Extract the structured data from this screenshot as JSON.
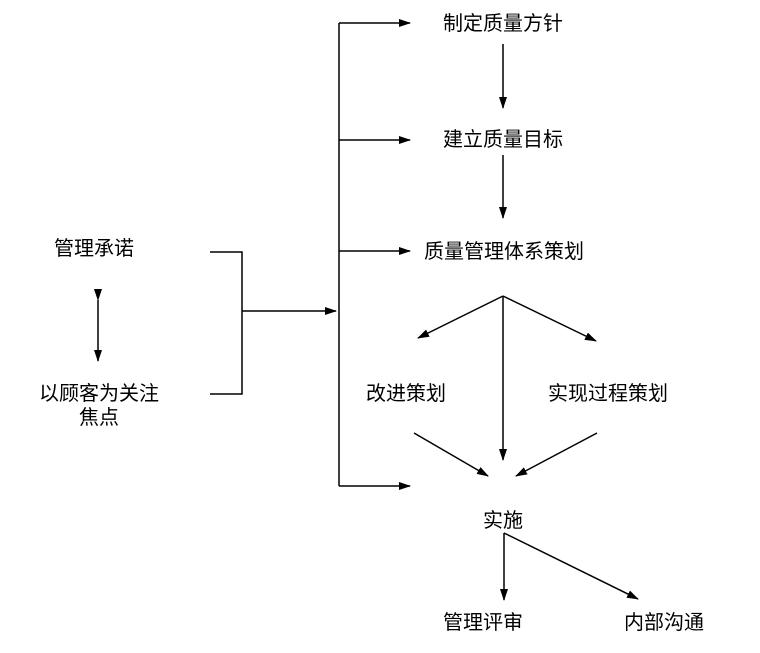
{
  "diagram": {
    "left": {
      "commitment": "管理承诺",
      "customer_focus_line1": "以顾客为关注",
      "customer_focus_line2": "焦点"
    },
    "steps": {
      "quality_policy": "制定质量方针",
      "quality_objectives": "建立质量目标",
      "qms_planning": "质量管理体系策划",
      "improvement_planning": "改进策划",
      "process_planning": "实现过程策划",
      "implementation": "实施",
      "management_review": "管理评审",
      "internal_communication": "内部沟通"
    },
    "colors": {
      "line": "#000000",
      "text": "#000000"
    }
  }
}
